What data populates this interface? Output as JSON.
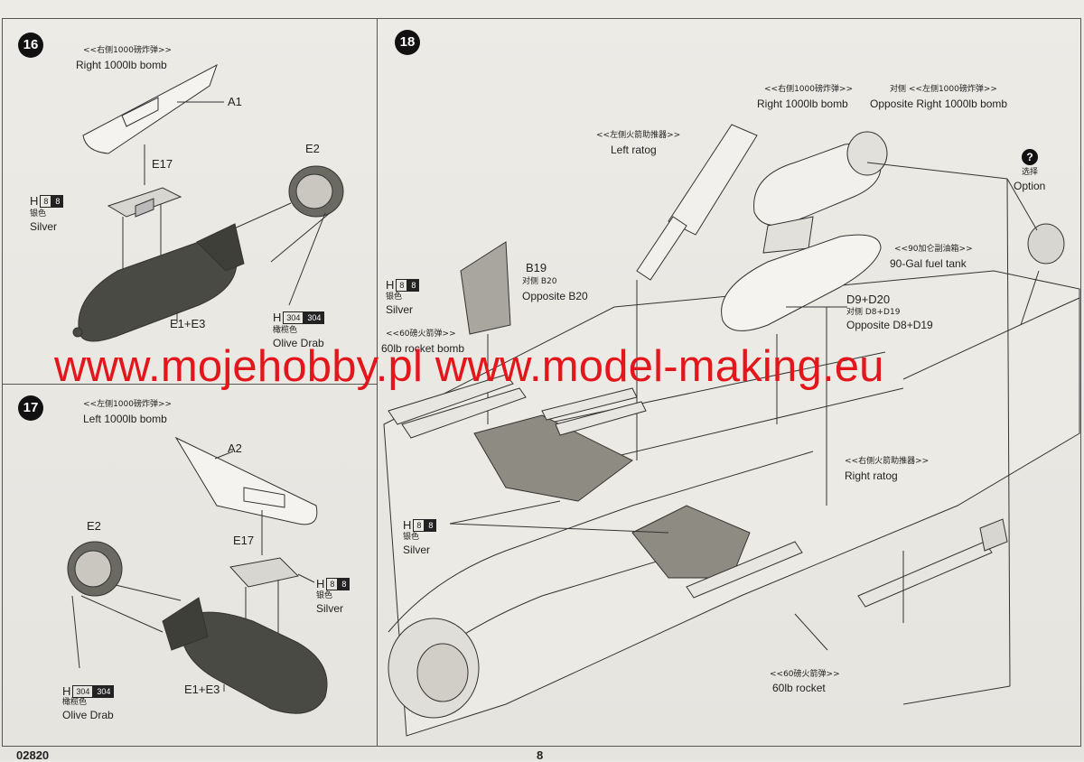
{
  "step16": {
    "number": "16",
    "title_zh": "<<右侧1000磅炸弹>>",
    "title_en": "Right 1000lb bomb",
    "part_a": "A1",
    "part_e17": "E17",
    "part_e2": "E2",
    "part_e1e3": "E1+E3",
    "silver": {
      "prefix": "H",
      "code_a": "8",
      "code_b": "8",
      "zh": "银色",
      "en": "Silver"
    },
    "olive": {
      "prefix": "H",
      "code_a": "304",
      "code_b": "304",
      "zh": "橄榄色",
      "en": "Olive Drab"
    }
  },
  "step17": {
    "number": "17",
    "title_zh": "<<左侧1000磅炸弹>>",
    "title_en": "Left 1000lb bomb",
    "part_a": "A2",
    "part_e17": "E17",
    "part_e2": "E2",
    "part_e1e3": "E1+E3",
    "silver": {
      "prefix": "H",
      "code_a": "8",
      "code_b": "8",
      "zh": "银色",
      "en": "Silver"
    },
    "olive": {
      "prefix": "H",
      "code_a": "304",
      "code_b": "304",
      "zh": "橄榄色",
      "en": "Olive Drab"
    }
  },
  "step18": {
    "number": "18",
    "right_bomb_zh": "<<右侧1000磅炸弹>>",
    "right_bomb_en": "Right 1000lb bomb",
    "opp_bomb_zh": "对侧 <<左侧1000磅炸弹>>",
    "opp_bomb_en": "Opposite Right 1000lb bomb",
    "left_ratog_zh": "<<左侧火箭助推器>>",
    "left_ratog_en": "Left ratog",
    "option_icon": "question-icon",
    "option_glyph": "?",
    "option_zh": "选择",
    "option_en": "Option",
    "fuel_tank_zh": "<<90加仑副油箱>>",
    "fuel_tank_en": "90-Gal fuel tank",
    "b19": "B19",
    "b20_zh": "对侧 B20",
    "b20_en": "Opposite B20",
    "d9d20": "D9+D20",
    "d8d19_zh": "对侧 D8+D19",
    "d8d19_en": "Opposite D8+D19",
    "rocket_bomb_zh": "<<60磅火箭弹>>",
    "rocket_bomb_en": "60lb rocket bomb",
    "right_ratog_zh": "<<右侧火箭助推器>>",
    "right_ratog_en": "Right ratog",
    "rocket_zh": "<<60磅火箭弹>>",
    "rocket_en": "60lb rocket",
    "silver1": {
      "prefix": "H",
      "code_a": "8",
      "code_b": "8",
      "zh": "银色",
      "en": "Silver"
    },
    "silver2": {
      "prefix": "H",
      "code_a": "8",
      "code_b": "8",
      "zh": "银色",
      "en": "Silver"
    }
  },
  "footer": {
    "code": "02820",
    "page": "8"
  },
  "watermark": "www.mojehobby.pl www.model-making.eu",
  "colors": {
    "watermark": "#e3161b",
    "olive": "#4a4a44",
    "line": "#333333",
    "paper": "#e9e7e2"
  }
}
